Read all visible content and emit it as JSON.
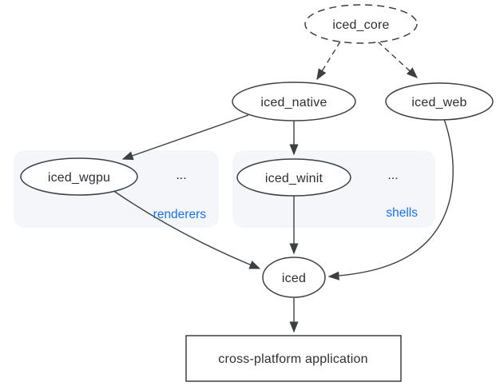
{
  "diagram": {
    "nodes": {
      "iced_core": {
        "label": "iced_core",
        "shape": "ellipse-dashed"
      },
      "iced_native": {
        "label": "iced_native",
        "shape": "ellipse"
      },
      "iced_web": {
        "label": "iced_web",
        "shape": "ellipse"
      },
      "iced_wgpu": {
        "label": "iced_wgpu",
        "shape": "ellipse"
      },
      "iced_winit": {
        "label": "iced_winit",
        "shape": "ellipse"
      },
      "iced": {
        "label": "iced",
        "shape": "ellipse"
      },
      "app": {
        "label": "cross-platform application",
        "shape": "rect"
      }
    },
    "groups": {
      "renderers": {
        "label": "renderers",
        "ellipsis": "..."
      },
      "shells": {
        "label": "shells",
        "ellipsis": "..."
      }
    },
    "edges": [
      {
        "from": "iced_core",
        "to": "iced_native",
        "style": "dashed"
      },
      {
        "from": "iced_core",
        "to": "iced_web",
        "style": "dashed"
      },
      {
        "from": "iced_native",
        "to": "iced_wgpu",
        "style": "solid"
      },
      {
        "from": "iced_native",
        "to": "iced_winit",
        "style": "solid"
      },
      {
        "from": "iced_winit",
        "to": "iced",
        "style": "solid"
      },
      {
        "from": "iced_wgpu",
        "to": "iced",
        "style": "solid"
      },
      {
        "from": "iced_web",
        "to": "iced",
        "style": "solid"
      },
      {
        "from": "iced",
        "to": "app",
        "style": "solid"
      }
    ],
    "colors": {
      "edge": "#3c4043",
      "node_text": "#2b2f33",
      "group_label": "#1a73e8",
      "group_fill": "#f4f6f9",
      "background": "#ffffff"
    }
  }
}
